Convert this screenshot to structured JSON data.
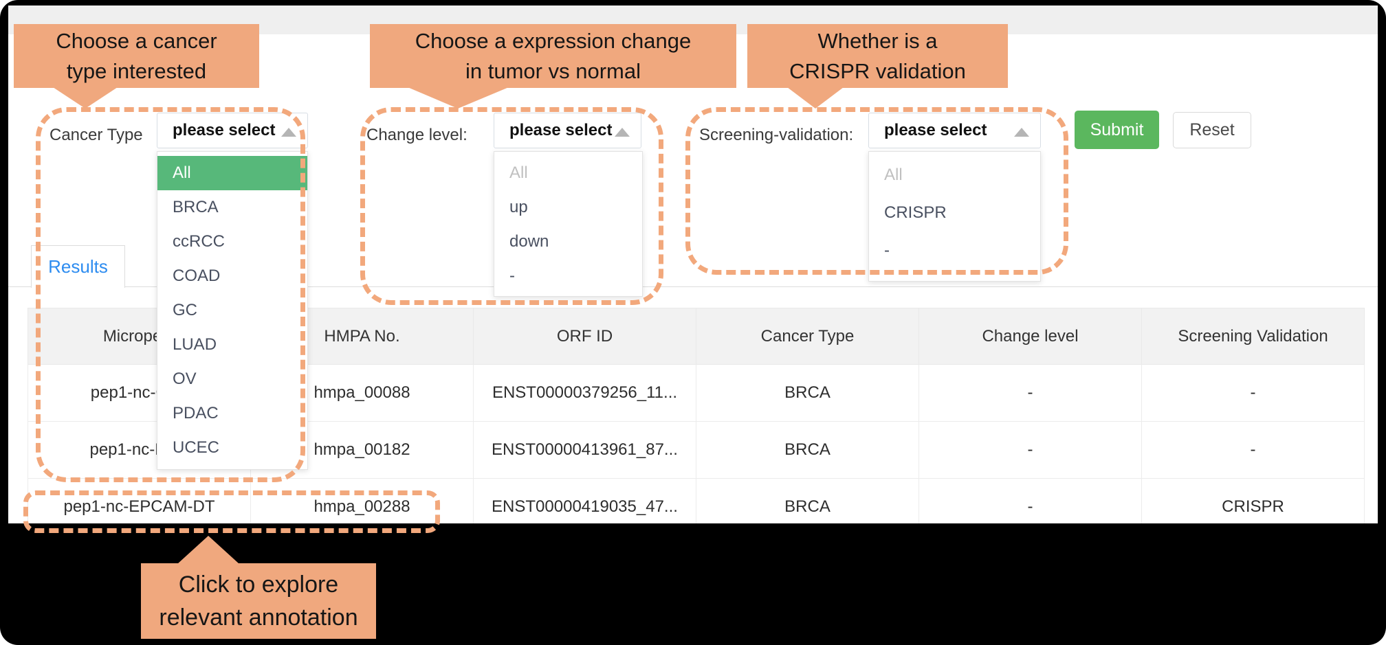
{
  "annotations": {
    "callout_cancer": {
      "line1": "Choose a cancer",
      "line2": "type interested"
    },
    "callout_change": {
      "line1": "Choose a expression change",
      "line2": "in tumor vs normal"
    },
    "callout_crispr": {
      "line1": "Whether is a",
      "line2": "CRISPR validation"
    },
    "callout_click": {
      "line1": "Click to explore",
      "line2": "relevant annotation"
    }
  },
  "filters": {
    "cancer_type": {
      "label": "Cancer Type",
      "placeholder": "please select",
      "selected": "All",
      "options": [
        "All",
        "BRCA",
        "ccRCC",
        "COAD",
        "GC",
        "LUAD",
        "OV",
        "PDAC",
        "UCEC"
      ]
    },
    "change_level": {
      "label": "Change level:",
      "placeholder": "please select",
      "options": [
        "All",
        "up",
        "down",
        "-"
      ]
    },
    "screening_validation": {
      "label": "Screening-validation:",
      "placeholder": "please select",
      "options": [
        "All",
        "CRISPR",
        "-"
      ]
    }
  },
  "buttons": {
    "submit": "Submit",
    "reset": "Reset"
  },
  "tabs": {
    "results": "Results"
  },
  "table": {
    "headers": [
      "Micropept",
      "HMPA No.",
      "ORF ID",
      "Cancer Type",
      "Change level",
      "Screening Validation"
    ],
    "rows": [
      [
        "pep1-nc-CEL",
        "hmpa_00088",
        "ENST00000379256_11...",
        "BRCA",
        "-",
        "-"
      ],
      [
        "pep1-nc-NUT",
        "hmpa_00182",
        "ENST00000413961_87...",
        "BRCA",
        "-",
        "-"
      ],
      [
        "pep1-nc-EPCAM-DT",
        "hmpa_00288",
        "ENST00000419035_47...",
        "BRCA",
        "-",
        "CRISPR"
      ]
    ]
  },
  "colors": {
    "callout_fill": "#f0a87e",
    "guide_dash": "#f2a87c",
    "selected_option_green": "#57b87a",
    "submit_green": "#5bb75e",
    "link_blue": "#2d8cf0",
    "tab_blue": "#2d8cf0"
  }
}
